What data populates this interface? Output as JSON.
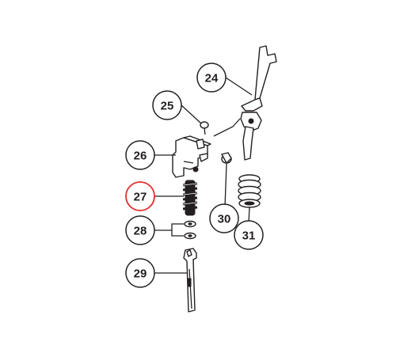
{
  "diagram": {
    "callouts": [
      {
        "number": "24",
        "highlighted": false
      },
      {
        "number": "25",
        "highlighted": false
      },
      {
        "number": "26",
        "highlighted": false
      },
      {
        "number": "27",
        "highlighted": true
      },
      {
        "number": "28",
        "highlighted": false
      },
      {
        "number": "29",
        "highlighted": false
      },
      {
        "number": "30",
        "highlighted": false
      },
      {
        "number": "31",
        "highlighted": false
      }
    ],
    "colors": {
      "outline": "#231f20",
      "highlight": "#e0312e",
      "background": "#ffffff"
    }
  }
}
